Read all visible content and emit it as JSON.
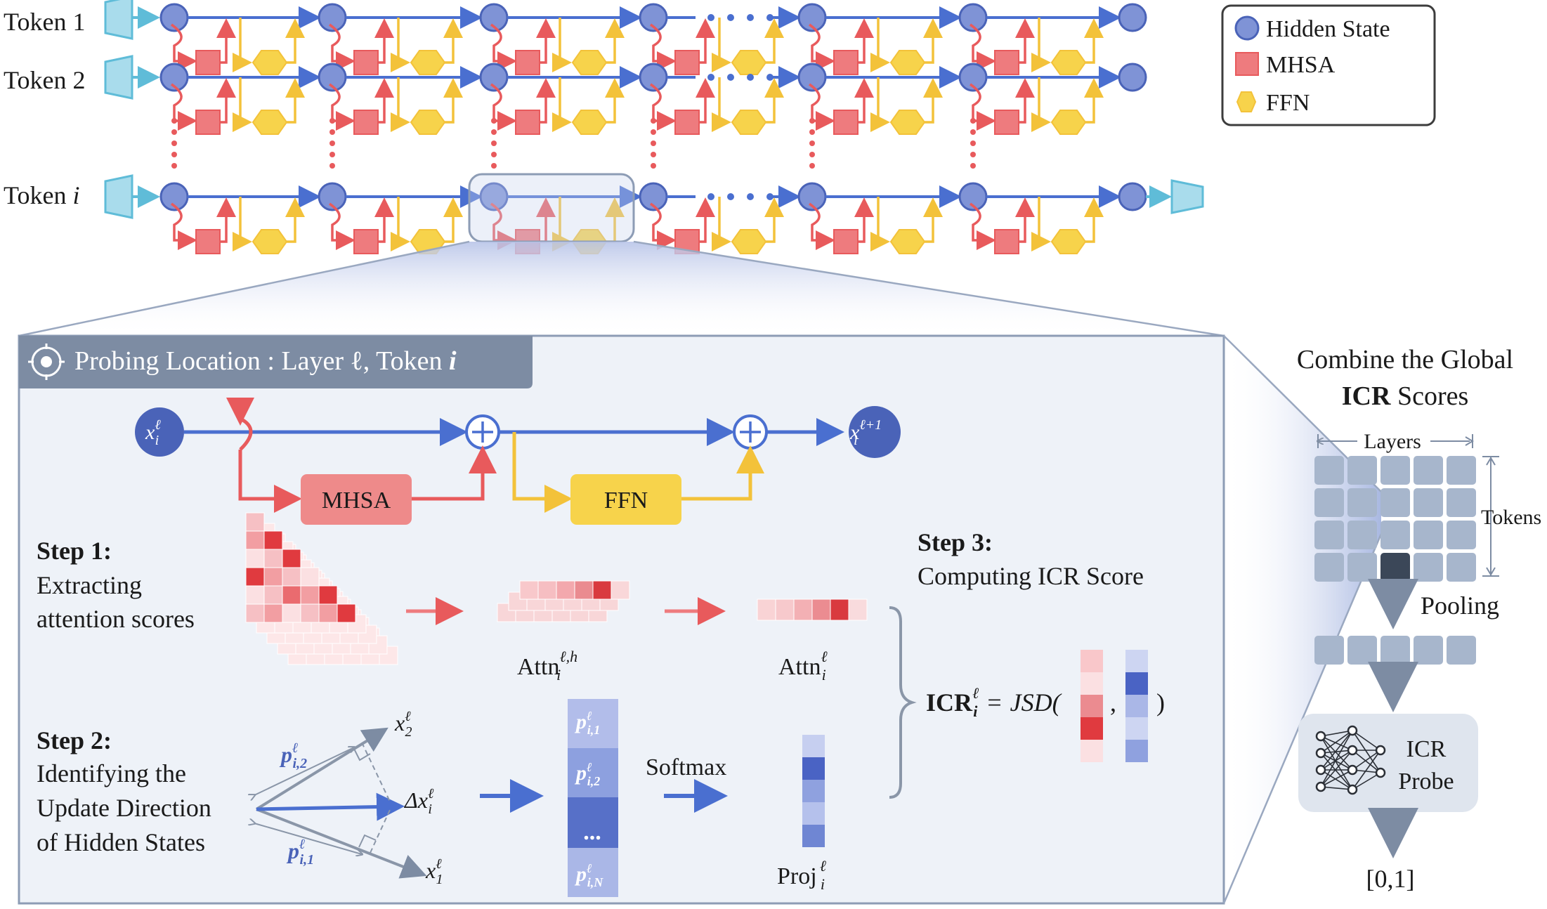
{
  "tokens": {
    "token1": "Token 1",
    "token2": "Token 2",
    "token_i_prefix": "Token",
    "token_i_var": "i",
    "dots": "•••"
  },
  "legend": {
    "hidden_state": "Hidden State",
    "mhsa": "MHSA",
    "ffn": "FFN"
  },
  "probe_panel": {
    "title": "Probing Location : Layer ℓ, Token",
    "title_token_var": "i",
    "x_in": "x",
    "x_in_sup": "ℓ",
    "x_in_sub": "i",
    "x_out": "x",
    "x_out_sup": "ℓ+1",
    "x_out_sub": "i",
    "mhsa_label": "MHSA",
    "ffn_label": "FFN"
  },
  "step1": {
    "heading": "Step 1:",
    "line1": "Extracting",
    "line2": "attention scores",
    "attn_head_base": "Attn",
    "attn_head_sup": "ℓ,h",
    "attn_head_sub": "i",
    "attn_layer_base": "Attn",
    "attn_layer_sup": "ℓ",
    "attn_layer_sub": "i"
  },
  "step2": {
    "heading": "Step 2:",
    "line1": "Identifying the",
    "line2": "Update Direction",
    "line3": "of Hidden States",
    "p2": "p",
    "p2_sup": "ℓ",
    "p2_sub": "i,2",
    "p1": "p",
    "p1_sup": "ℓ",
    "p1_sub": "i,1",
    "x2": "x",
    "x2_sup": "ℓ",
    "x2_sub": "2",
    "x1": "x",
    "x1_sup": "ℓ",
    "x1_sub": "1",
    "dx": "Δx",
    "dx_sup": "ℓ",
    "dx_sub": "i",
    "col_p1": "p",
    "col_p1_sup": "ℓ",
    "col_p1_sub": "i,1",
    "col_p2": "p",
    "col_p2_sup": "ℓ",
    "col_p2_sub": "i,2",
    "col_dots": "...",
    "col_pN": "p",
    "col_pN_sup": "ℓ",
    "col_pN_sub": "i,N",
    "softmax": "Softmax",
    "proj_base": "Proj",
    "proj_sup": "ℓ",
    "proj_sub": "i"
  },
  "step3": {
    "heading": "Step 3:",
    "line1": "Computing ICR Score",
    "icr": "ICR",
    "icr_sup": "ℓ",
    "icr_sub": "i",
    "equals": "=",
    "jsd": "JSD(",
    "comma": ",",
    "close": ")"
  },
  "right_panel": {
    "title_line1": "Combine the Global",
    "title_bold": "ICR",
    "title_rest": " Scores",
    "layers": "Layers",
    "tokens": "Tokens",
    "pooling": "Pooling",
    "probe_line1": "ICR",
    "probe_line2": "Probe",
    "output": "[0,1]"
  },
  "colors": {
    "hidden_state": "#7f93d6",
    "mhsa": "#ee7b7e",
    "ffn": "#f7d34b",
    "blue_arrow": "#4a6fd0",
    "red_arrow": "#e85a5c",
    "yellow_arrow": "#f3c23a",
    "panel_bg": "#eef2f8",
    "panel_header": "#7d8ca3",
    "grid_cell": "#a7b6cc",
    "grid_highlight": "#3b4758"
  }
}
